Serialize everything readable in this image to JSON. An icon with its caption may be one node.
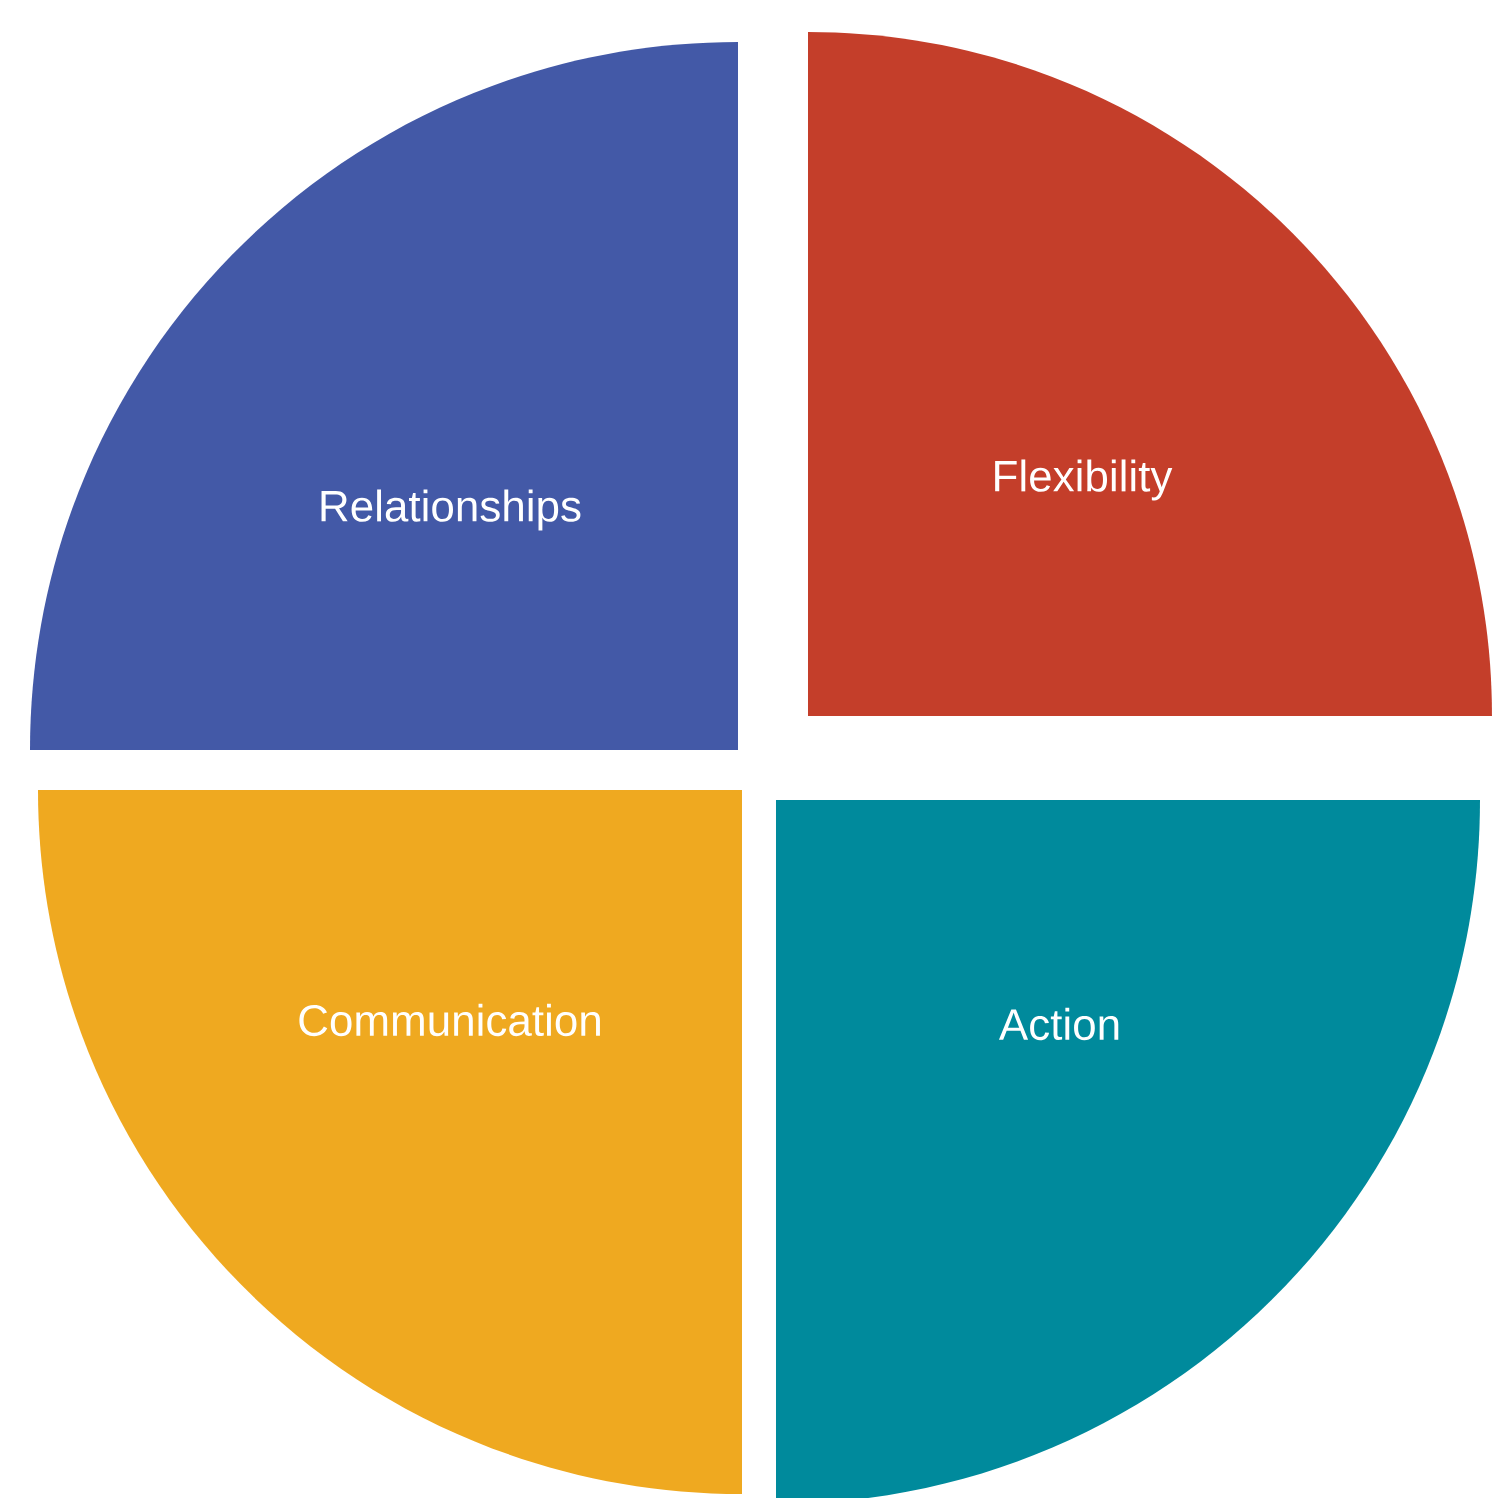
{
  "diagram": {
    "nodes": [
      {
        "text": [
          "Relationships"
        ]
      },
      {
        "text": [
          "Flexibility"
        ]
      },
      {
        "text": [
          "Communication"
        ]
      },
      {
        "text": [
          "Action"
        ]
      }
    ]
  }
}
